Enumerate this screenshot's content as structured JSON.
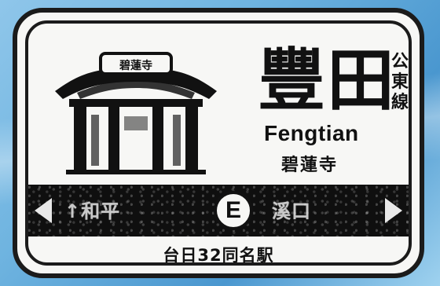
{
  "stamp": {
    "station_name": "豐田",
    "station_romaji": "Fengtian",
    "station_subtitle": "碧蓮寺",
    "side_label": [
      "公",
      "東",
      "線"
    ],
    "gate_plaque": "碧蓮寺",
    "band_left": "↑和平",
    "band_code": "E",
    "band_right": "溪口",
    "footer": "台日32同名駅"
  },
  "colors": {
    "ink": "#111111",
    "paper": "#f7f7f5",
    "band": "#0f0f0f",
    "background": "#6fb4e0"
  }
}
